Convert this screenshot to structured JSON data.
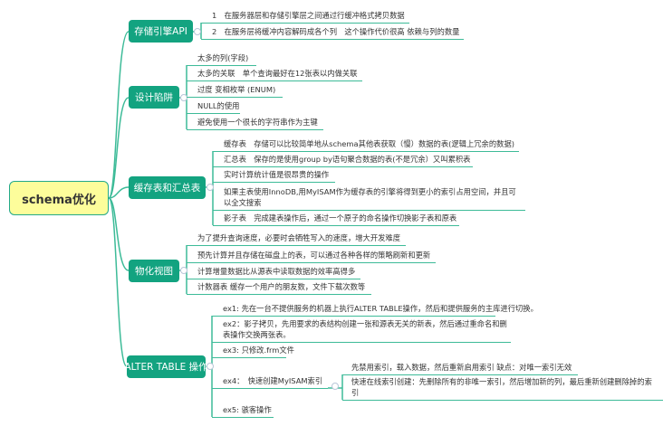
{
  "root": {
    "label": "schema优化"
  },
  "branches": [
    {
      "label": "存储引擎API",
      "items": [
        "1　在服务器层和存储引擎层之间通过行缓冲格式拷贝数据",
        "2　在服务层将缓冲内容解码成各个列　这个操作代价很高 依赖与列的数量"
      ]
    },
    {
      "label": "设计陷阱",
      "items": [
        "太多的列(字段)",
        "太多的关联　单个查询最好在12张表以内做关联",
        "过度 变相枚举 (ENUM)",
        "NULL的使用",
        "避免使用一个很长的字符串作为主键"
      ]
    },
    {
      "label": "缓存表和汇总表",
      "items": [
        "缓存表　存储可以比较简单地从schema其他表获取（慢）数据的表(逻辑上冗余的数据)",
        "汇总表　保存的是使用group by语句聚合数据的表(不是冗余）又叫累积表",
        "实时计算统计值是很昂贵的操作",
        "如果主表使用InnoDB,用MyISAM作为缓存表的引擎将得到更小的索引占用空间，并且可以全文搜索",
        "影子表　完成建表操作后，通过一个原子的命名操作切换影子表和原表"
      ]
    },
    {
      "label": "物化视图",
      "items": [
        "为了提升查询速度，必要时会牺牲写入的速度，增大开发难度",
        "预先计算并且存储在磁盘上的表，可以通过各种各样的策略刷新和更新",
        "计算增量数据比从源表中读取数据的效率高得多",
        "计数器表 缓存一个用户的朋友数，文件下载次数等"
      ]
    },
    {
      "label": "ALTER TABLE 操作",
      "items": [
        "ex1: 先在一台不提供服务的机器上执行ALTER TABLE操作，然后和提供服务的主库进行切换。",
        "ex2：影子拷贝，先用要求的表结构创建一张和源表无关的新表，然后通过重命名和删表操作交换两张表。",
        "ex3: 只修改.frm文件",
        "ex4：　快速创建MyISAM索引",
        "ex5: 骇客操作"
      ],
      "ex4_children": [
        "先禁用索引，载入数据，然后重新启用索引  缺点：对唯一索引无效",
        "快速在线索引创建：先删除所有的非唯一索引，然后增加新的列，最后重新创建删除掉的索引"
      ]
    }
  ],
  "colors": {
    "branch": "#13a380",
    "line": "#3dbb98",
    "root_bg": "#fdfd9b"
  }
}
